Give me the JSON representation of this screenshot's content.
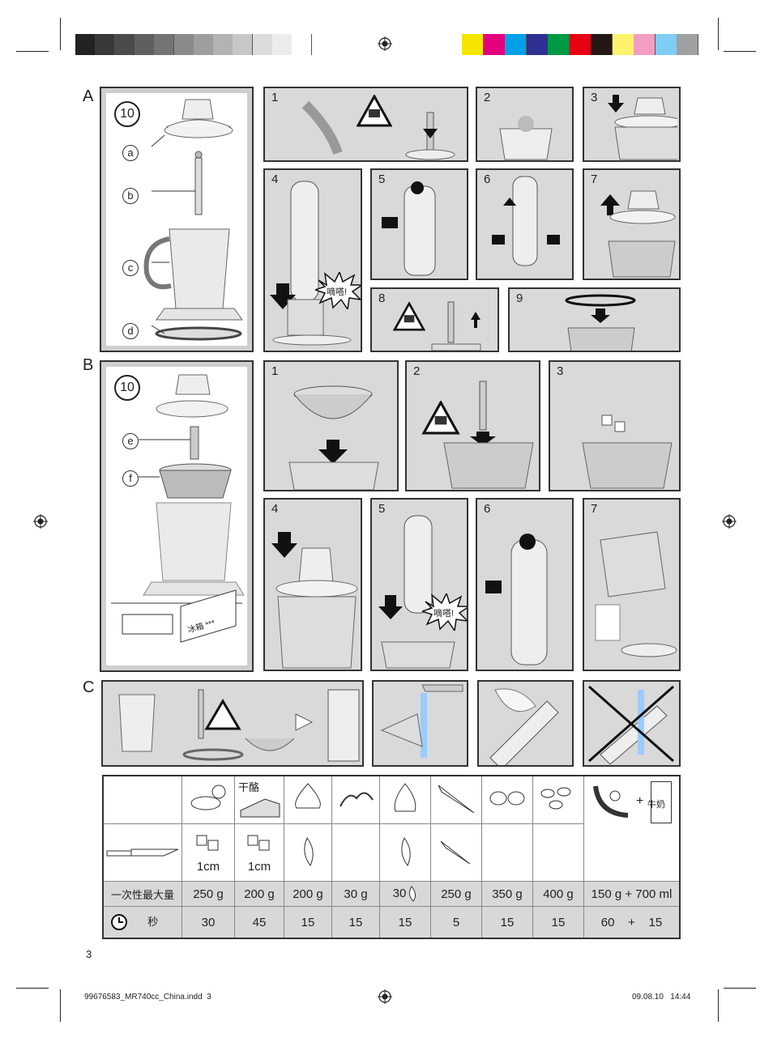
{
  "colors": {
    "gray_bar": [
      "#222222",
      "#383838",
      "#4b4b4b",
      "#5f5f5f",
      "#747474",
      "#8a8a8a",
      "#9e9e9e",
      "#b3b3b3",
      "#c7c7c7",
      "#dcdcdc",
      "#ececec",
      "#ffffff"
    ],
    "color_bar": [
      "#f5e500",
      "#e4007c",
      "#00a0e9",
      "#2e3192",
      "#009944",
      "#e60012",
      "#231815",
      "#fff36d",
      "#f19ec2",
      "#7ecef4",
      "#9fa0a0"
    ]
  },
  "sections": {
    "a": "A",
    "b": "B",
    "c": "C"
  },
  "section_a": {
    "badge": "10",
    "labels": [
      "a",
      "b",
      "c",
      "d"
    ],
    "steps": [
      "1",
      "2",
      "3",
      "4",
      "5",
      "6",
      "7",
      "8",
      "9"
    ],
    "click_text": "嘀嗒!"
  },
  "section_b": {
    "badge": "10",
    "labels": [
      "e",
      "f"
    ],
    "freezer_text": "冰箱 ***",
    "steps": [
      "1",
      "2",
      "3",
      "4",
      "5",
      "6",
      "7"
    ],
    "click_text": "嘀嗒!"
  },
  "table": {
    "cheese_label": "干酪",
    "milk_label": "牛奶",
    "plus": "+",
    "cut_sizes": [
      "1cm",
      "1cm"
    ],
    "max_label": "一次性最大量",
    "time_label": "秒",
    "max_values": [
      "250 g",
      "200 g",
      "200 g",
      "30 g",
      "30",
      "250 g",
      "350 g",
      "400 g",
      "150 g + 700 ml"
    ],
    "time_values": [
      "30",
      "45",
      "15",
      "15",
      "15",
      "5",
      "15",
      "15",
      "60    +    15"
    ]
  },
  "footer": {
    "page_number": "3",
    "file_name": "99676583_MR740cc_China.indd  3",
    "date_time": "09.08.10   14:44"
  }
}
